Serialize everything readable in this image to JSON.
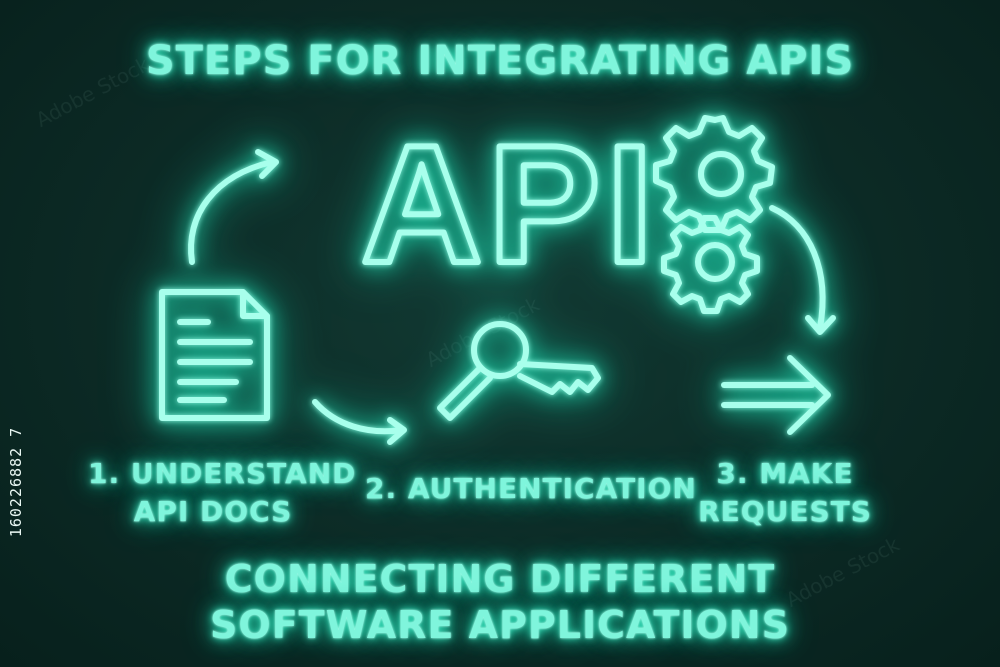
{
  "title": "STEPS FOR INTEGRATING APIS",
  "center_label": "API",
  "steps": [
    {
      "label_line1": "1. UNDERSTAND",
      "label_line2": "API DOCS",
      "icon": "document-icon"
    },
    {
      "label_line1": "2. AUTHENTICATION",
      "label_line2": "",
      "icon": "key-icon"
    },
    {
      "label_line1": "3. MAKE",
      "label_line2": "REQUESTS",
      "icon": "double-arrow-icon"
    }
  ],
  "footer_line1": "CONNECTING DIFFERENT",
  "footer_line2": "SOFTWARE APPLICATIONS",
  "side_code": "160226882 7",
  "watermark": "Adobe Stock",
  "colors": {
    "neon": "#7ff5dc",
    "glow": "#1fc9a3",
    "background": "#0c2a25"
  }
}
